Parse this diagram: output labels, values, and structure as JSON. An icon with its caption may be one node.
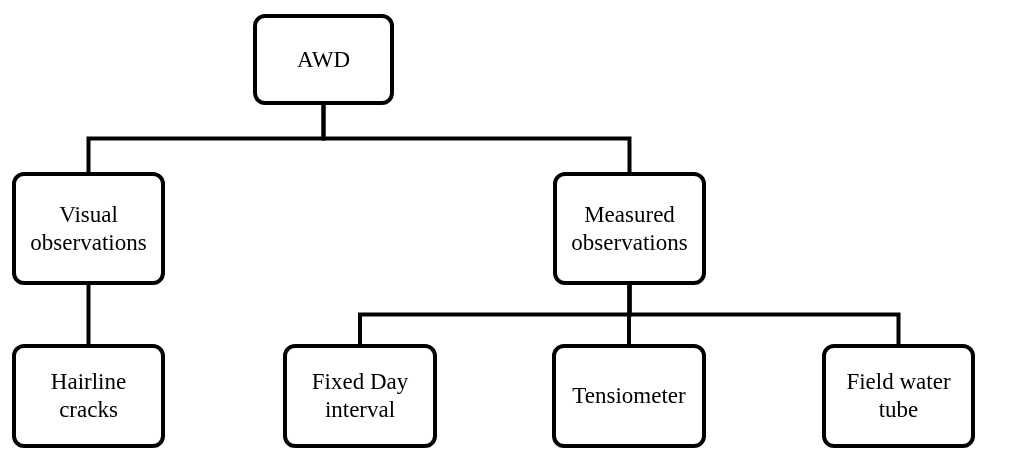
{
  "diagram": {
    "nodes": [
      {
        "text": [
          "AWD"
        ]
      },
      {
        "text": [
          "Visual observations"
        ]
      },
      {
        "text": [
          "Measured observations"
        ]
      },
      {
        "text": [
          "Hairline cracks"
        ]
      },
      {
        "text": [
          "Fixed Day interval"
        ]
      },
      {
        "text": [
          "Tensiometer"
        ]
      },
      {
        "text": [
          "Field water tube"
        ]
      }
    ],
    "edges": [
      {
        "from": 0,
        "to": 1,
        "arrow": "none"
      },
      {
        "from": 0,
        "to": 2,
        "arrow": "none"
      },
      {
        "from": 1,
        "to": 3,
        "arrow": "none"
      },
      {
        "from": 2,
        "to": 4,
        "arrow": "none"
      },
      {
        "from": 2,
        "to": 5,
        "arrow": "none"
      },
      {
        "from": 2,
        "to": 6,
        "arrow": "none"
      }
    ]
  }
}
